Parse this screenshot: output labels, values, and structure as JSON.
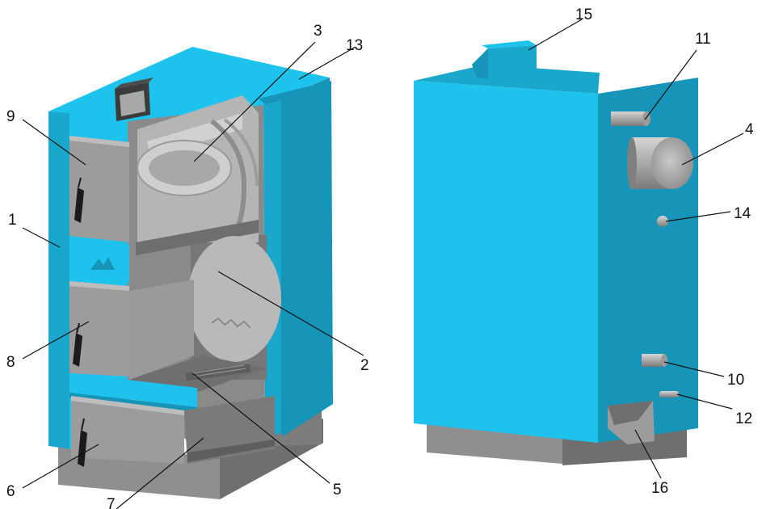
{
  "header_fragment": "",
  "colors": {
    "body": "#1dc3ec",
    "body_dark": "#1795b8",
    "body_side": "#1aa7cc",
    "steel": "#9c9c9c",
    "steel_dark": "#6e6e6e",
    "steel_light": "#bdbdbd",
    "inner": "#8a8a8a",
    "handle": "#1a1a1a"
  },
  "callouts": [
    {
      "id": "1",
      "label": "1"
    },
    {
      "id": "2",
      "label": "2"
    },
    {
      "id": "3",
      "label": "3"
    },
    {
      "id": "4",
      "label": "4"
    },
    {
      "id": "5",
      "label": "5"
    },
    {
      "id": "6",
      "label": "6"
    },
    {
      "id": "7",
      "label": "7"
    },
    {
      "id": "8",
      "label": "8"
    },
    {
      "id": "9",
      "label": "9"
    },
    {
      "id": "10",
      "label": "10"
    },
    {
      "id": "11",
      "label": "11"
    },
    {
      "id": "12",
      "label": "12"
    },
    {
      "id": "13",
      "label": "13"
    },
    {
      "id": "14",
      "label": "14"
    },
    {
      "id": "15",
      "label": "15"
    },
    {
      "id": "16",
      "label": "16"
    }
  ]
}
